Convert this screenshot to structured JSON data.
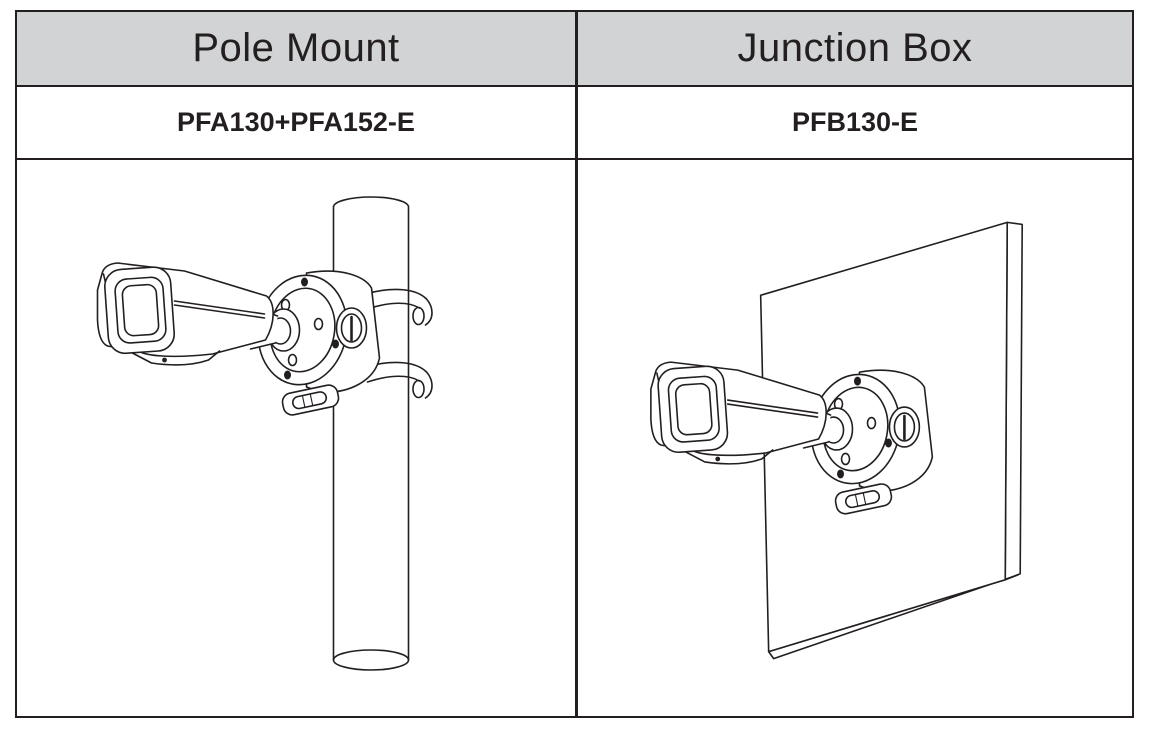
{
  "page": {
    "background": "#ffffff",
    "border_color": "#231f20",
    "header_background": "#d1d3d4",
    "text_color": "#231f20",
    "line_art_color": "#231f20"
  },
  "table": {
    "columns": [
      {
        "header": "Pole Mount",
        "model": "PFA130+PFA152-E",
        "figure_description": "Line drawing of a bullet security camera attached to a round junction box that is fastened to a vertical pole with two pole straps"
      },
      {
        "header": "Junction Box",
        "model": "PFB130-E",
        "figure_description": "Line drawing of a bullet security camera attached to a round junction box mounted on a flat wall panel"
      }
    ]
  }
}
